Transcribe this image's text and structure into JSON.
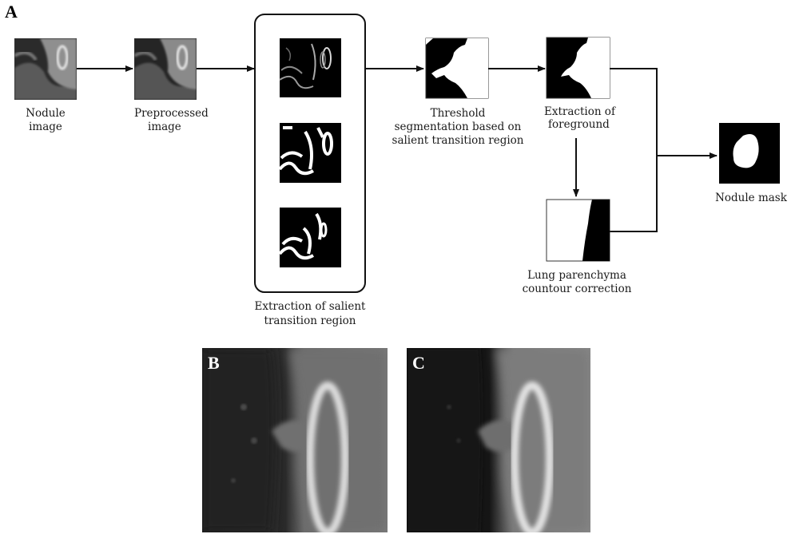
{
  "panels": {
    "a": "A",
    "b": "B",
    "c": "C"
  },
  "steps": {
    "nodule_image": [
      "Nodule",
      "image"
    ],
    "preprocessed_image": [
      "Preprocessed",
      "image"
    ],
    "salient_region": [
      "Extraction of salient",
      "transition region"
    ],
    "threshold_seg": [
      "Threshold",
      "segmentation based on",
      "salient transition region"
    ],
    "foreground": [
      "Extraction of",
      "foreground"
    ],
    "lung_correction": [
      "Lung parenchyma",
      "countour correction"
    ],
    "nodule_mask": [
      "Nodule mask"
    ]
  },
  "colors": {
    "arrow": "#111111",
    "mask_fg": "#ffffff",
    "mask_bg": "#000000",
    "ct_tissue": "#8a8a8a",
    "ct_dark": "#1c1c1c",
    "ct_bright": "#e6e6e6"
  }
}
